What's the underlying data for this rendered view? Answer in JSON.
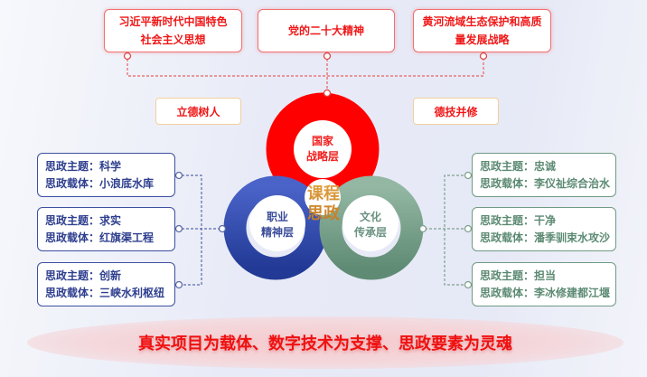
{
  "top_boxes": [
    {
      "lines": [
        "习近平新时代中国特色",
        "社会主义思想"
      ]
    },
    {
      "lines": [
        "党的二十大精神"
      ]
    },
    {
      "lines": [
        "黄河流域生态保护和高质",
        "量发展战略"
      ]
    }
  ],
  "mid_boxes": {
    "left": "立德树人",
    "right": "德技并修"
  },
  "rings": {
    "national": [
      "国家",
      "战略层"
    ],
    "vocational": [
      "职业",
      "精神层"
    ],
    "cultural": [
      "文化",
      "传承层"
    ],
    "center": [
      "课程",
      "思政"
    ]
  },
  "left_cards": [
    {
      "theme": "思政主题：科学",
      "carrier": "思政载体：小浪底水库"
    },
    {
      "theme": "思政主题：求实",
      "carrier": "思政载体：红旗渠工程"
    },
    {
      "theme": "思政主题：创新",
      "carrier": "思政载体：三峡水利枢纽"
    }
  ],
  "right_cards": [
    {
      "theme": "思政主题：忠诚",
      "carrier": "思政载体：李仪祉综合治水"
    },
    {
      "theme": "思政主题：干净",
      "carrier": "思政载体：潘季驯束水攻沙"
    },
    {
      "theme": "思政主题：担当",
      "carrier": "思政载体：李冰修建都江堰"
    }
  ],
  "slogan": "真实项目为载体、数字技术为支撑、思政要素为灵魂",
  "colors": {
    "red": "#ff0000",
    "blue": "#2f45a5",
    "green": "#6f9a84",
    "gold": "#d08a30"
  }
}
